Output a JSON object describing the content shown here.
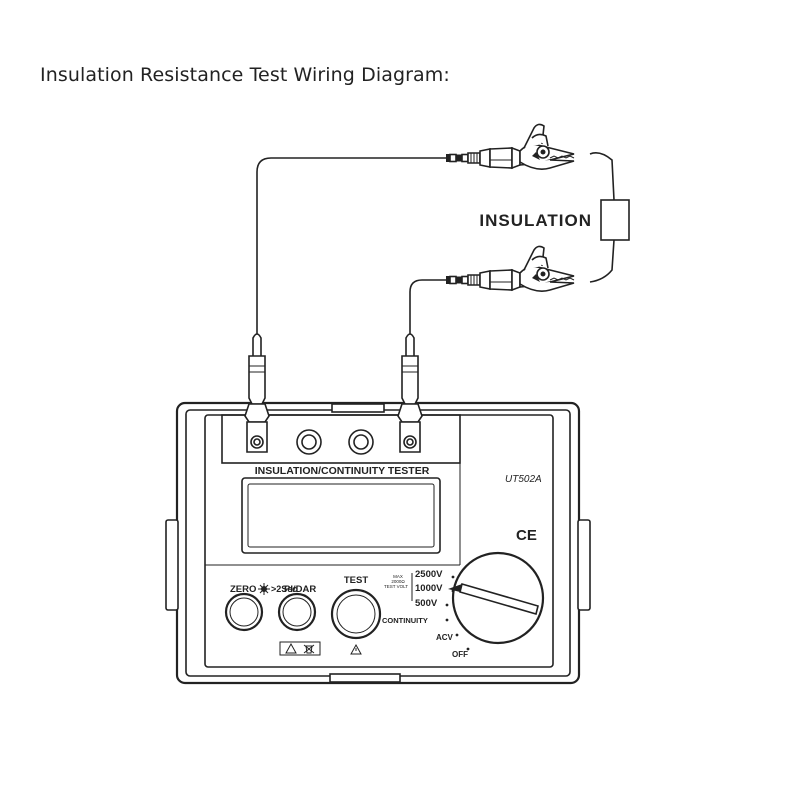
{
  "title": "Insulation Resistance Test Wiring Diagram:",
  "insulation_label": "INSULATION",
  "tester": {
    "panel_label": "INSULATION/CONTINUITY TESTER",
    "model": "UT502A",
    "ce_mark": "CE",
    "buttons": {
      "zero": "ZERO",
      "zero_hold": ">2Sec",
      "pidar": "PI/DAR",
      "test": "TEST"
    },
    "dial": {
      "v2500": "2500V",
      "v1000": "1000V",
      "v500": "500V",
      "continuity": "CONTINUITY",
      "acv": "ACV",
      "off": "OFF",
      "max_test_volt": [
        "MAX",
        "2000Ω",
        "TEST VOLT"
      ]
    }
  },
  "icons": [
    "warning-triangle-icon",
    "brightness-icon",
    "crossed-bin-icon"
  ]
}
